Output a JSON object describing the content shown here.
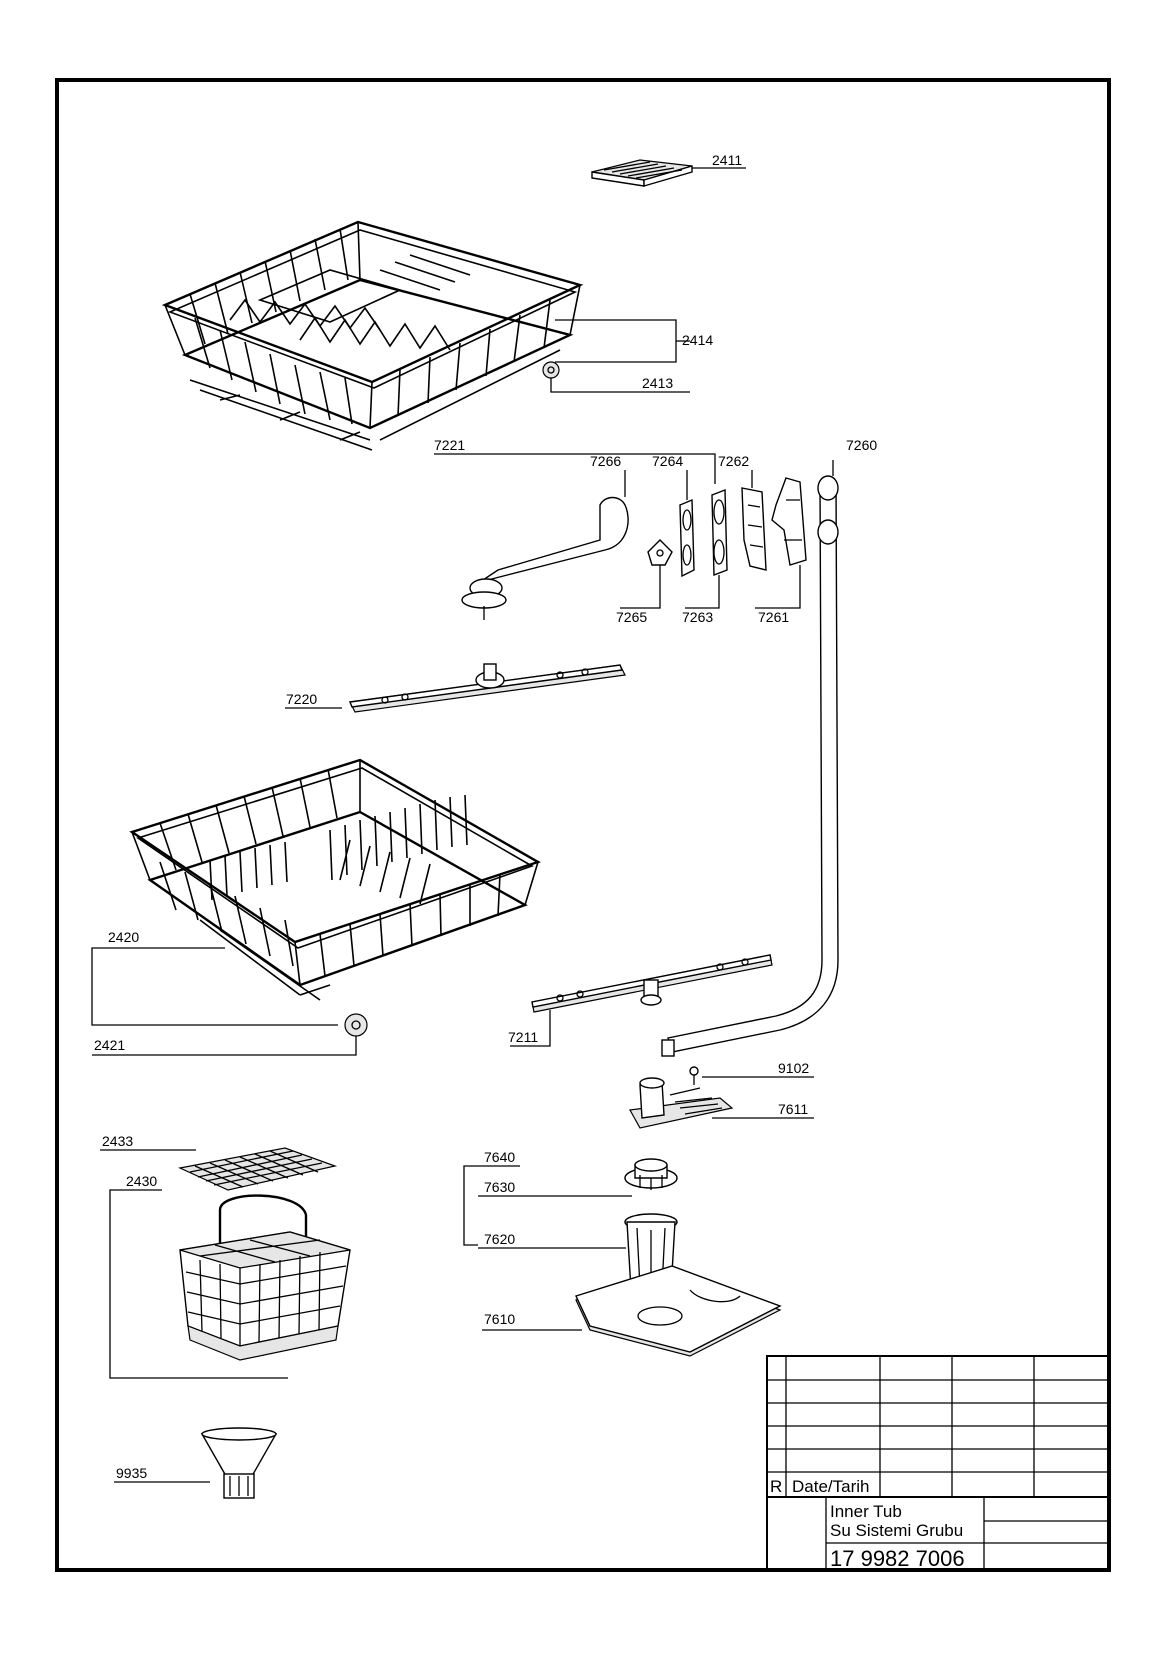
{
  "parts": {
    "p2411": "2411",
    "p2414": "2414",
    "p2413": "2413",
    "p7221": "7221",
    "p7266": "7266",
    "p7264": "7264",
    "p7262": "7262",
    "p7260": "7260",
    "p7265": "7265",
    "p7263": "7263",
    "p7261": "7261",
    "p7220": "7220",
    "p2420": "2420",
    "p2421": "2421",
    "p7211": "7211",
    "p9102": "9102",
    "p7611": "7611",
    "p2433": "2433",
    "p2430": "2430",
    "p7640": "7640",
    "p7630": "7630",
    "p7620": "7620",
    "p7610": "7610",
    "p9935": "9935"
  },
  "title_block": {
    "revision_label": "R",
    "date_label": "Date/Tarih",
    "title_line1": "Inner Tub",
    "title_line2": "Su Sistemi Grubu",
    "drawing_number": "17 9982 7006"
  }
}
